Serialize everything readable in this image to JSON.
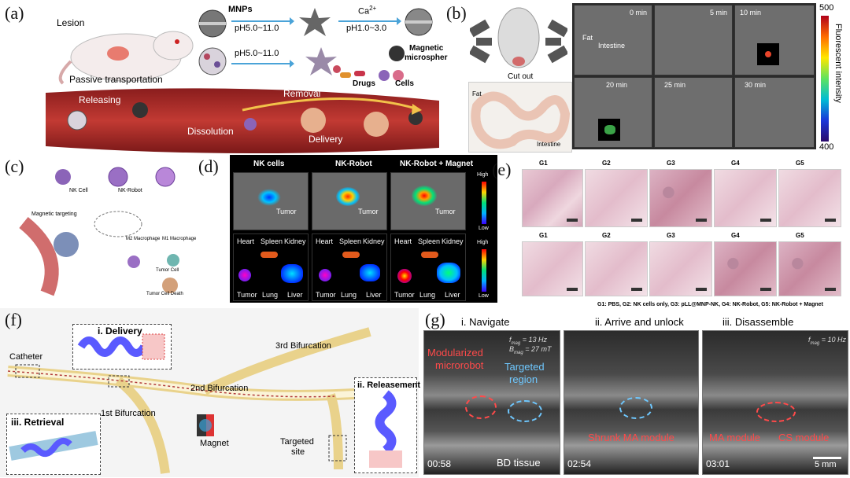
{
  "panels": {
    "a": {
      "label": "(a)",
      "lesion": "Lesion",
      "mnps": "MNPs",
      "ph1": "pH5.0~11.0",
      "ca": "Ca",
      "ca_sup": "2+",
      "ph2": "pH1.0~3.0",
      "ph3": "pH5.0~11.0",
      "magnetic": "Magnetic",
      "microsphere": "microspher",
      "drugs": "Drugs",
      "cells": "Cells",
      "passive": "Passive  transportation",
      "releasing": "Releasing",
      "removal": "Removal",
      "dissolution": "Dissolution",
      "delivery": "Delivery"
    },
    "b": {
      "label": "(b)",
      "cutout": "Cut out",
      "fat": "Fat",
      "intestine": "Intestine",
      "fat2": "Fat",
      "intestine2": "Intestine",
      "times": [
        "0 min",
        "5 min",
        "10 min",
        "20 min",
        "25 min",
        "30 min"
      ],
      "cbar_max": "500",
      "cbar_min": "400",
      "cbar_title": "Fluorescent intensity"
    },
    "c": {
      "label": "(c)",
      "mag_targeting": "Magnetic targeting",
      "nk_cell": "NK Cell",
      "nk_robot": "NK-Robot",
      "m2": "M2 Macrophage",
      "m1": "M1 Macrophage",
      "tumor_cell": "Tumor Cell",
      "tumor_death": "Tumor Cell Death"
    },
    "d": {
      "label": "(d)",
      "cols": [
        "NK cells",
        "NK-Robot",
        "NK-Robot + Magnet"
      ],
      "tumor": "Tumor",
      "organs_top": [
        "Heart",
        "Spleen",
        "Kidney"
      ],
      "organs_bot": [
        "Tumor",
        "Lung",
        "Liver"
      ],
      "high": "High",
      "low": "Low"
    },
    "e": {
      "label": "(e)",
      "groups": [
        "G1",
        "G2",
        "G3",
        "G4",
        "G5"
      ],
      "legend": "G1: PBS,   G2: NK cells only,   G3: pLL@MNP-NK,   G4: NK-Robot,   G5: NK-Robot + Magnet"
    },
    "f": {
      "label": "(f)",
      "delivery": "i. Delivery",
      "releasement": "ii. Releasement",
      "retrieval": "iii. Retrieval",
      "catheter": "Catheter",
      "bif1": "1st Bifurcation",
      "bif2": "2nd Bifurcation",
      "bif3": "3rd Bifurcation",
      "magnet": "Magnet",
      "target1": "Targeted",
      "target2": "site"
    },
    "g": {
      "label": "(g)",
      "titles": [
        "i. Navigate",
        "ii. Arrive and unlock",
        "iii. Disassemble"
      ],
      "fmag1": "f",
      "fmag1_val": " = 13 Hz",
      "bmag": "B",
      "bmag_val": " = 27 mT",
      "fmag3_val": " = 10 Hz",
      "mag_sub": "mag",
      "modularized1": "Modularized",
      "modularized2": "microrobot",
      "targeted1": "Targeted",
      "targeted2": "region",
      "bd": "BD tissue",
      "shrunk": "Shrunk MA module",
      "ma": "MA module",
      "cs": "CS module",
      "times": [
        "00:58",
        "02:54",
        "03:01"
      ],
      "scale": "5 mm"
    }
  }
}
